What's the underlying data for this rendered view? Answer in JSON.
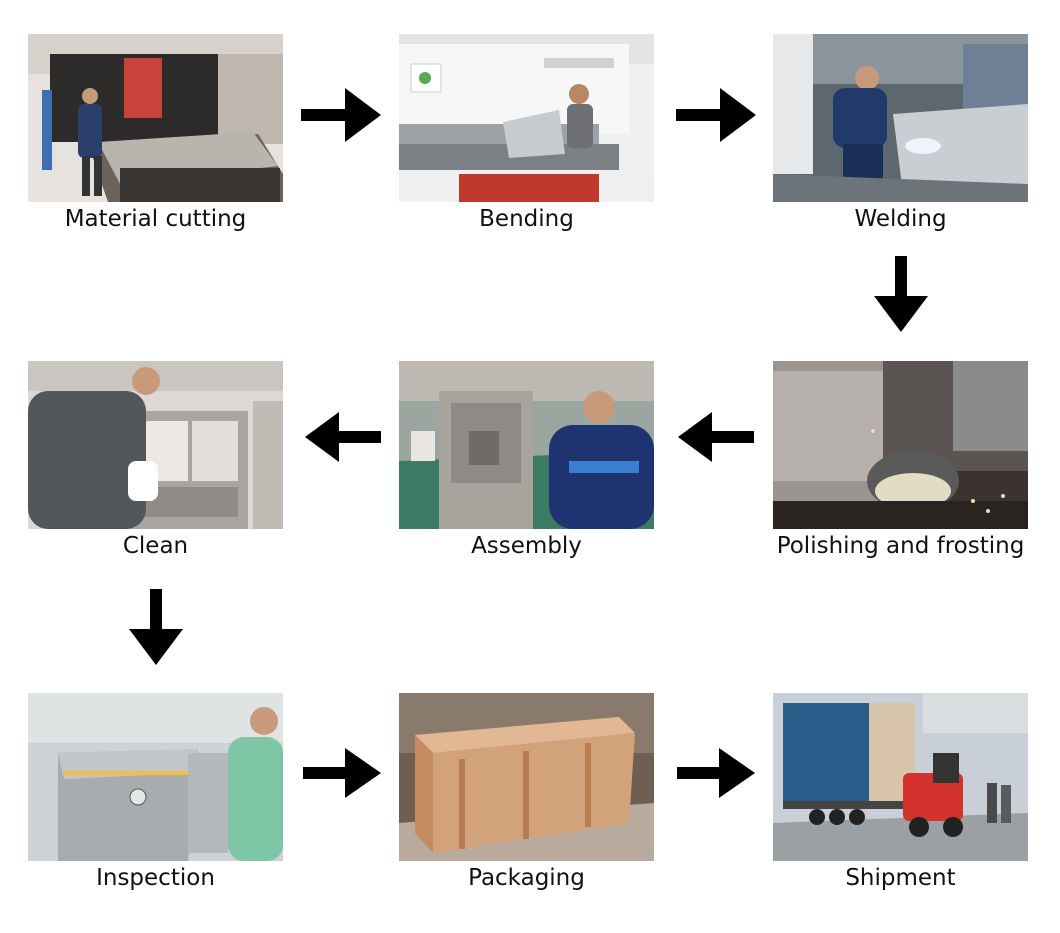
{
  "steps": [
    {
      "id": "material-cutting",
      "label": "Material cutting",
      "palette": {
        "bg": "#8c8a86",
        "wall": "#c9c4bb",
        "accent": "#c8443a",
        "floor": "#6b625a",
        "figure": "#2b3f6e"
      }
    },
    {
      "id": "bending",
      "label": "Bending",
      "palette": {
        "bg": "#e7e8ea",
        "wall": "#f4f4f4",
        "accent": "#c0392b",
        "floor": "#d8d8d8",
        "figure": "#6d6f72"
      }
    },
    {
      "id": "welding",
      "label": "Welding",
      "palette": {
        "bg": "#4f5a63",
        "wall": "#8a949c",
        "accent": "#dde6ff",
        "floor": "#6c7379",
        "figure": "#1f3a6b"
      }
    },
    {
      "id": "polishing",
      "label": "Polishing and frosting",
      "palette": {
        "bg": "#3a3330",
        "wall": "#8f8a86",
        "accent": "#f0c8a0",
        "floor": "#2a2420",
        "figure": "#555555"
      }
    },
    {
      "id": "assembly",
      "label": "Assembly",
      "palette": {
        "bg": "#8b9a93",
        "wall": "#b9b5ae",
        "accent": "#2a6b55",
        "floor": "#3d7a65",
        "figure": "#1e3370"
      }
    },
    {
      "id": "clean",
      "label": "Clean",
      "palette": {
        "bg": "#d7d4cf",
        "wall": "#b6b2ac",
        "accent": "#8f8f8f",
        "floor": "#bdb8b0",
        "figure": "#54575a"
      }
    },
    {
      "id": "inspection",
      "label": "Inspection",
      "palette": {
        "bg": "#c9d0d2",
        "wall": "#b8bec0",
        "accent": "#f0c040",
        "floor": "#a8aeb0",
        "figure": "#7fc6a6"
      }
    },
    {
      "id": "packaging",
      "label": "Packaging",
      "palette": {
        "bg": "#6e5f52",
        "wall": "#8a7a6c",
        "accent": "#d2a27a",
        "floor": "#b8aa9c",
        "figure": "#c98f63"
      }
    },
    {
      "id": "shipment",
      "label": "Shipment",
      "palette": {
        "bg": "#c8cfd6",
        "wall": "#d9dde0",
        "accent": "#d4322c",
        "floor": "#9aa0a3",
        "figure": "#2a5d8a"
      }
    }
  ]
}
